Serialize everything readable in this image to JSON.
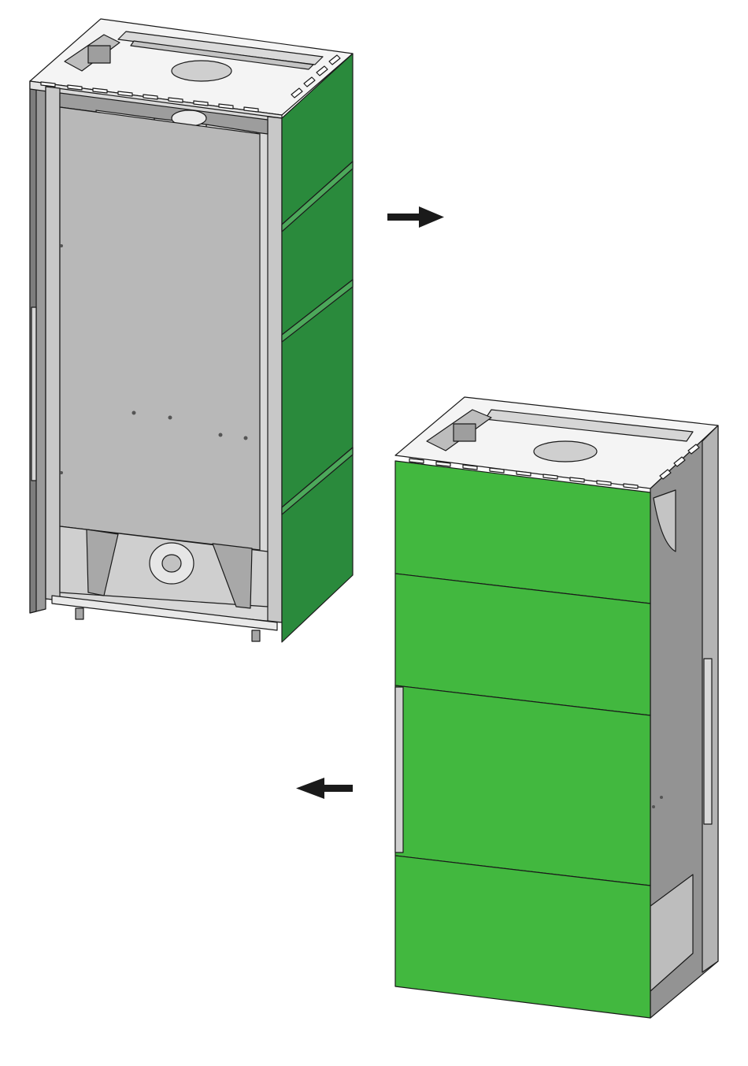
{
  "colors": {
    "side_panel_green": "#2a8a3c",
    "front_panel_green": "#42b83f",
    "outline": "#1a1a1a",
    "metal_light": "#f2f2f2",
    "metal_mid": "#c9c9c9",
    "metal_dark": "#8f8f8f",
    "cover_grey": "#b8b8b8",
    "arrow": "#1a1a1a"
  },
  "icons": {
    "move_right": "arrow-right-icon",
    "move_left": "arrow-left-icon"
  },
  "views": [
    {
      "id": "open-view",
      "panel_count": 4
    },
    {
      "id": "closed-view",
      "panel_count": 4
    }
  ]
}
